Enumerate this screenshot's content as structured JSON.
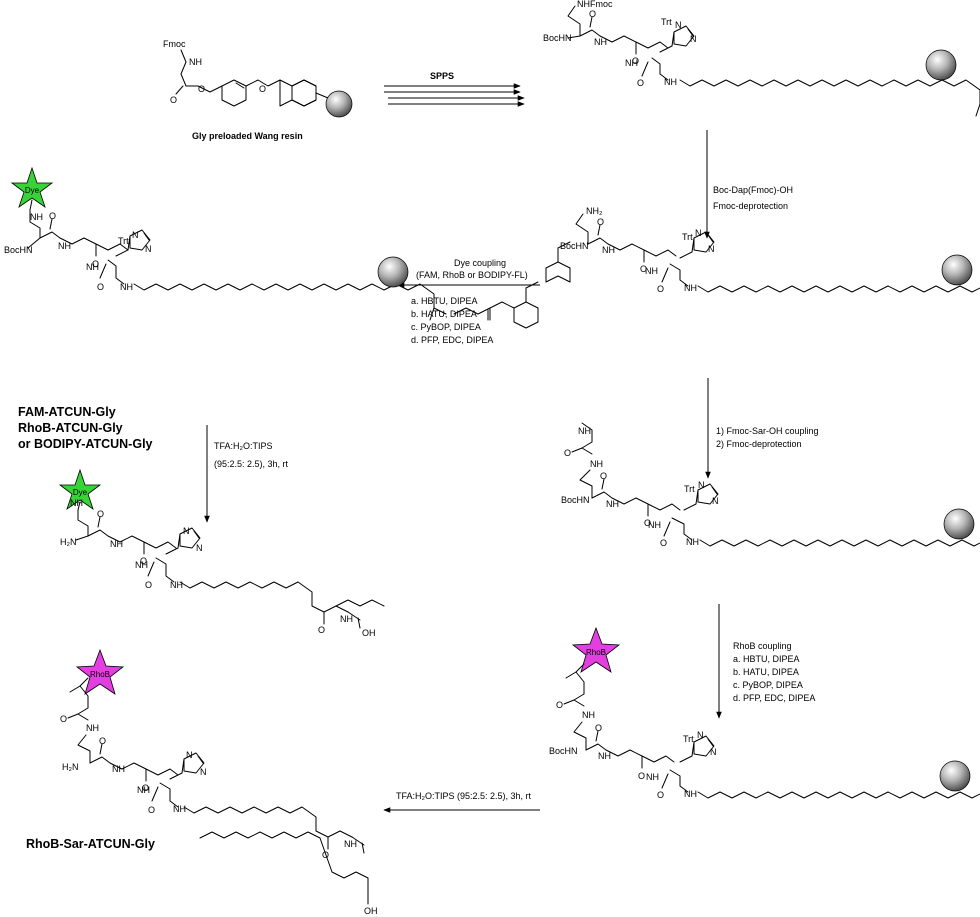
{
  "start": {
    "fmoc": "Fmoc",
    "nh": "NH",
    "o": "O",
    "caption": "Gly preloaded Wang resin"
  },
  "arrows": {
    "spps": "SPPS",
    "dap_1": "Boc-Dap(Fmoc)-OH",
    "dap_2": "Fmoc-deprotection",
    "dye_1": "Dye coupling",
    "dye_2": "(FAM, RhoB or BODIPY-FL)",
    "dye_a": "a. HBTU, DIPEA",
    "dye_b": "b. HATU, DIPEA",
    "dye_c": "c. PyBOP, DIPEA",
    "dye_d": "d. PFP, EDC, DIPEA",
    "sar_1": "1) Fmoc-Sar-OH coupling",
    "sar_2": "2) Fmoc-deprotection",
    "tfa_left_1": "TFA:H₂O:TIPS",
    "tfa_left_2": "(95:2.5: 2.5), 3h, rt",
    "rhob_1": "RhoB coupling",
    "rhob_a": "a. HBTU, DIPEA",
    "rhob_b": "b. HATU, DIPEA",
    "rhob_c": "c. PyBOP, DIPEA",
    "rhob_d": "d. PFP, EDC, DIPEA",
    "tfa_bottom": "TFA:H₂O:TIPS (95:2.5: 2.5), 3h, rt"
  },
  "labels": {
    "nhfmoc": "NHFmoc",
    "nh2": "NH₂",
    "h2n": "H₂N",
    "bochn": "BocHN",
    "nh": "NH",
    "trt": "Trt",
    "n": "N",
    "o": "O",
    "oh": "OH"
  },
  "stars": {
    "dye": "Dye",
    "rhob": "RhoB"
  },
  "products": {
    "fam": "FAM-ATCUN-Gly",
    "rhob": "RhoB-ATCUN-Gly",
    "bodipy": "or BODIPY-ATCUN-Gly",
    "sar": "RhoB-Sar-ATCUN-Gly"
  },
  "colors": {
    "dye_star": "#37d337",
    "rhob_star": "#e33fe0",
    "resin_bead": "#8c8c8c"
  }
}
